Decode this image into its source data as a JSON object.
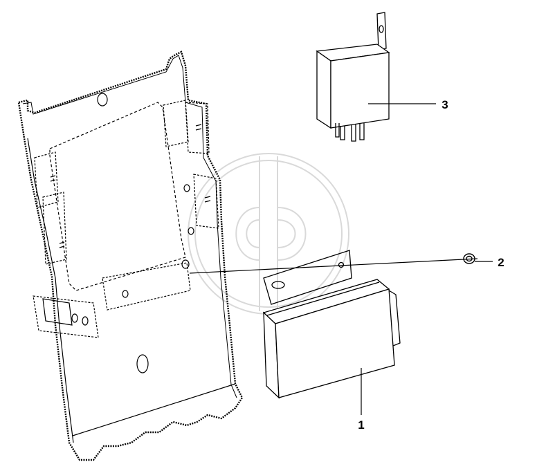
{
  "diagram": {
    "callouts": [
      {
        "id": "part-1",
        "label": "1"
      },
      {
        "id": "part-2",
        "label": "2"
      },
      {
        "id": "part-3",
        "label": "3"
      }
    ]
  },
  "colors": {
    "line": "#000000",
    "background": "#ffffff",
    "watermark": "#d9d9d9"
  }
}
